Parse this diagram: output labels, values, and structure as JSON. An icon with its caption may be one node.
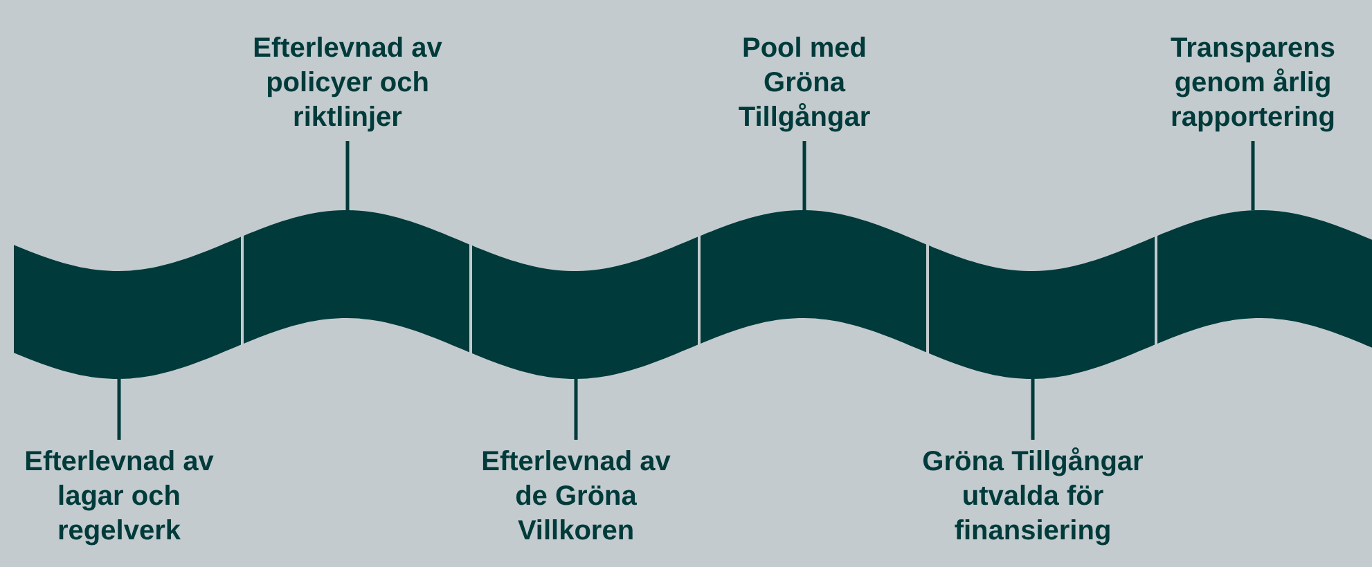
{
  "diagram": {
    "nodes": [
      {
        "text": [
          "Efterlevnad av lagar och regelverk"
        ]
      },
      {
        "text": [
          "Efterlevnad av policyer och riktlinjer"
        ]
      },
      {
        "text": [
          "Efterlevnad av de Gröna Villkoren"
        ]
      },
      {
        "text": [
          "Pool med Gröna Tillgångar"
        ]
      },
      {
        "text": [
          "Gröna Tillgångar utvalda för finansiering"
        ]
      },
      {
        "text": [
          "Transparens genom årlig rapportering"
        ]
      },
      {
        "text": [],
        "shape": "band"
      },
      {
        "text": [],
        "shape": "band"
      },
      {
        "text": [],
        "shape": "band"
      },
      {
        "text": [],
        "shape": "band"
      },
      {
        "text": [],
        "shape": "band"
      },
      {
        "text": [],
        "shape": "band"
      }
    ],
    "edges": [
      {
        "from": 0,
        "to": 6,
        "arrow": "none"
      },
      {
        "from": 1,
        "to": 7,
        "arrow": "none"
      },
      {
        "from": 2,
        "to": 8,
        "arrow": "none"
      },
      {
        "from": 3,
        "to": 9,
        "arrow": "none"
      },
      {
        "from": 4,
        "to": 10,
        "arrow": "none"
      },
      {
        "from": 5,
        "to": 11,
        "arrow": "none"
      }
    ]
  }
}
